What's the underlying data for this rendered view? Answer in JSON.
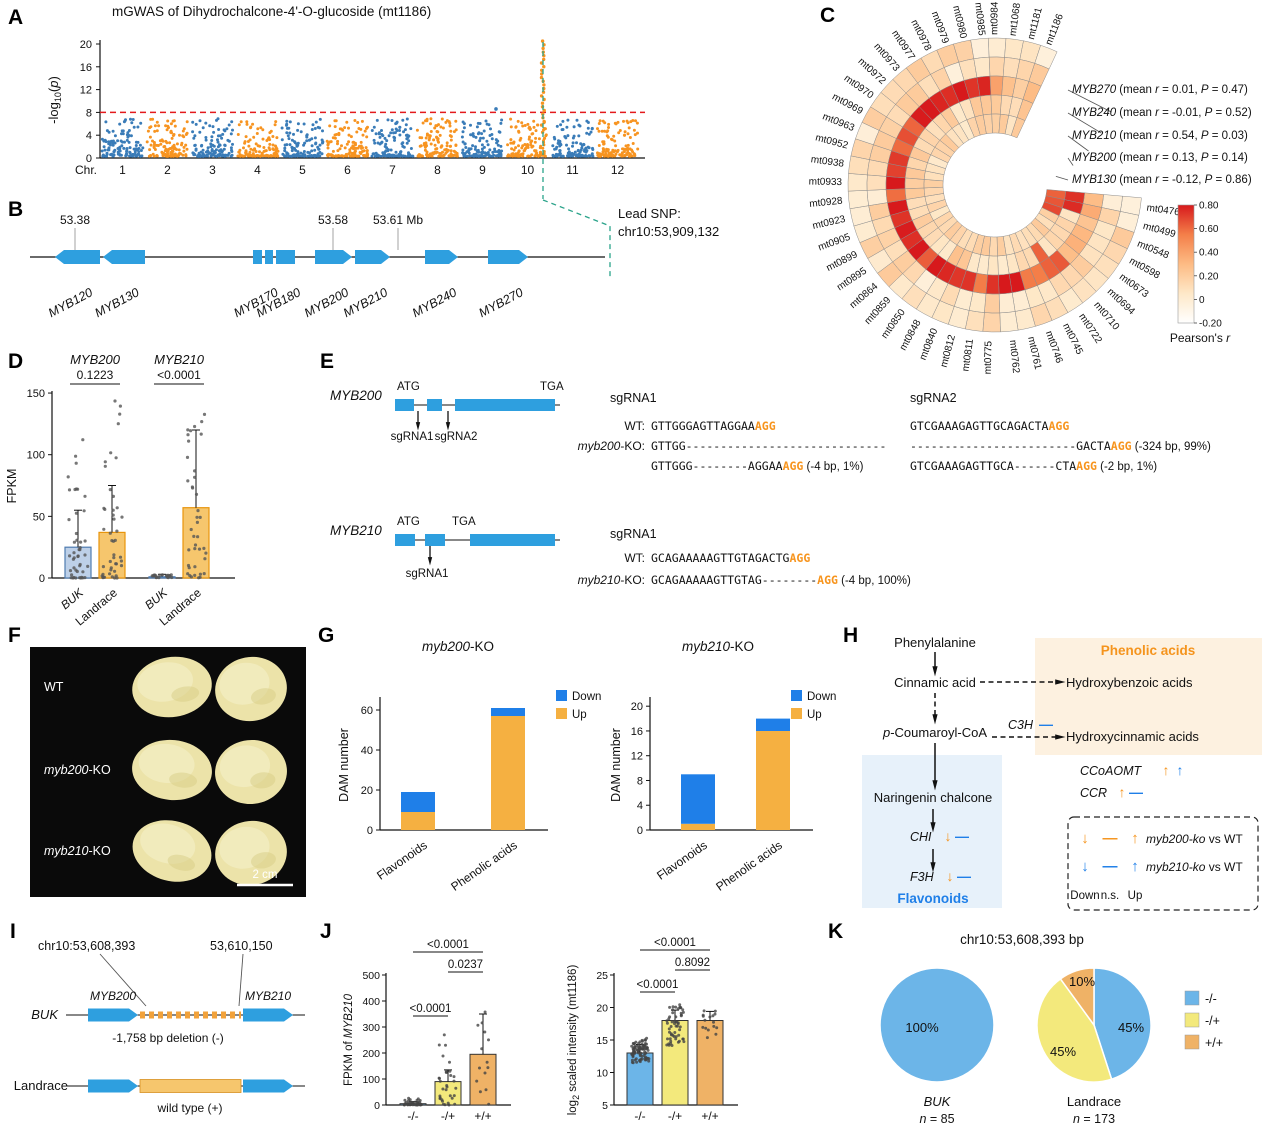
{
  "colors": {
    "manhattan_blue": "#3a7cb8",
    "manhattan_orange": "#f79421",
    "threshold_red": "#e31a1c",
    "lead_green": "#2aa38a",
    "gene_blue": "#2e9fdf",
    "buk_fill": "#bdd0e8",
    "buk_stroke": "#4f7cb0",
    "landrace_fill": "#f6c66d",
    "landrace_stroke": "#e8950c",
    "down_blue": "#1f7fe8",
    "up_orange": "#f5b041",
    "geno_blue": "#6cb5e8",
    "geno_yellow": "#f3e97c",
    "geno_orange": "#efb266",
    "pam_orange": "#f7941d",
    "heat_red": "#d7191c",
    "h_orange": "#f5941d",
    "h_blue": "#1f7fe8"
  },
  "panelA": {
    "label": "A",
    "title": "mGWAS of Dihydrochalcone-4'-O-glucoside (mt1186)",
    "ylabel": {
      "pre": "-log",
      "sub": "10",
      "post_open": "(",
      "italic": "p",
      "post_close": ")"
    },
    "yticks": [
      0,
      4,
      8,
      12,
      16,
      20
    ],
    "xlabel": "Chr.",
    "chromosomes": [
      "1",
      "2",
      "3",
      "4",
      "5",
      "6",
      "7",
      "8",
      "9",
      "10",
      "11",
      "12"
    ],
    "threshold": 8,
    "peak": {
      "chr": "10",
      "max": 20.5
    }
  },
  "panelB": {
    "label": "B",
    "ticks": [
      "53.38",
      "53.58",
      "53.61 Mb"
    ],
    "genes": [
      "MYB120",
      "MYB130",
      "MYB170",
      "MYB180",
      "MYB200",
      "MYB210",
      "MYB240",
      "MYB270"
    ],
    "lead_snp": [
      "Lead SNP:",
      "chr10:53,909,132"
    ]
  },
  "panelC": {
    "label": "C",
    "metabolites": [
      "mt0476",
      "mt0499",
      "mt0548",
      "mt0598",
      "mt0673",
      "mt0694",
      "mt0710",
      "mt0722",
      "mt0745",
      "mt0746",
      "mt0761",
      "mt0762",
      "mt0775",
      "mt0811",
      "mt0812",
      "mt0840",
      "mt0848",
      "mt0850",
      "mt0859",
      "mt0864",
      "mt0895",
      "mt0899",
      "mt0905",
      "mt0923",
      "mt0928",
      "mt0933",
      "mt0938",
      "mt0952",
      "mt0963",
      "mt0969",
      "mt0970",
      "mt0972",
      "mt0973",
      "mt0977",
      "mt0978",
      "mt0979",
      "mt0980",
      "mt0985",
      "mt0984",
      "mt1068",
      "mt1181",
      "mt1186"
    ],
    "rings": [
      {
        "gene": "MYB270",
        "r": "0.01",
        "p": "0.47"
      },
      {
        "gene": "MYB240",
        "r": "-0.01",
        "p": "0.52"
      },
      {
        "gene": "MYB210",
        "r": "0.54",
        "p": "0.03"
      },
      {
        "gene": "MYB200",
        "r": "0.13",
        "p": "0.14"
      },
      {
        "gene": "MYB130",
        "r": "-0.12",
        "p": "0.86"
      }
    ],
    "colorbar": {
      "title_pre": "Pearson's ",
      "title_it": "r",
      "ticks": [
        "0.80",
        "0.60",
        "0.40",
        "0.20",
        "0",
        "-0.20"
      ],
      "max": 0.8,
      "min": -0.2
    }
  },
  "panelD": {
    "label": "D",
    "ylabel": "FPKM",
    "yticks": [
      0,
      50,
      100,
      150
    ],
    "groups": [
      {
        "gene": "MYB200",
        "p": "0.1223"
      },
      {
        "gene": "MYB210",
        "p": "<0.0001"
      }
    ],
    "categories": [
      "BUK",
      "Landrace",
      "BUK",
      "Landrace"
    ],
    "values": [
      25,
      37,
      1,
      57
    ],
    "errors": [
      30,
      38,
      2,
      63
    ]
  },
  "panelE": {
    "label": "E",
    "models": [
      {
        "name": "MYB200",
        "start": "ATG",
        "stop": "TGA",
        "sgRNAs": [
          "sgRNA1",
          "sgRNA2"
        ],
        "blocks": [
          {
            "header": "sgRNA1",
            "rows": [
              {
                "li": "",
                "lr": "WT:",
                "seq": [
                  {
                    "t": "GTTGGGAGTTAGGAA"
                  },
                  {
                    "t": "AGG",
                    "pam": true
                  }
                ],
                "note": ""
              },
              {
                "li": "myb200",
                "lr": "-KO:",
                "seq": [
                  {
                    "t": "GTTGG-----------------------------"
                  }
                ],
                "note": ""
              },
              {
                "li": "",
                "lr": "",
                "seq": [
                  {
                    "t": "GTTGGG--------AGGAA"
                  },
                  {
                    "t": "AGG",
                    "pam": true
                  }
                ],
                "note": "(-4 bp, 1%)"
              }
            ]
          },
          {
            "header": "sgRNA2",
            "rows": [
              {
                "li": "",
                "lr": "",
                "seq": [
                  {
                    "t": "GTCGAAAGAGTTGCAGACTA"
                  },
                  {
                    "t": "AGG",
                    "pam": true
                  }
                ],
                "note": ""
              },
              {
                "li": "",
                "lr": "",
                "seq": [
                  {
                    "t": "------------------------GACTA"
                  },
                  {
                    "t": "AGG",
                    "pam": true
                  }
                ],
                "note": "(-324 bp, 99%)"
              },
              {
                "li": "",
                "lr": "",
                "seq": [
                  {
                    "t": "GTCGAAAGAGTTGCA------CTA"
                  },
                  {
                    "t": "AGG",
                    "pam": true
                  }
                ],
                "note": "(-2 bp, 1%)"
              }
            ]
          }
        ]
      },
      {
        "name": "MYB210",
        "start": "ATG",
        "stop": "TGA",
        "sgRNAs": [
          "sgRNA1"
        ],
        "blocks": [
          {
            "header": "sgRNA1",
            "rows": [
              {
                "li": "",
                "lr": "WT:",
                "seq": [
                  {
                    "t": "GCAGAAAAAGTTGTAGACTG"
                  },
                  {
                    "t": "AGG",
                    "pam": true
                  }
                ],
                "note": ""
              },
              {
                "li": "myb210",
                "lr": "-KO:",
                "seq": [
                  {
                    "t": "GCAGAAAAAGTTGTAG--------"
                  },
                  {
                    "t": "AGG",
                    "pam": true
                  }
                ],
                "note": "(-4 bp, 100%)"
              }
            ]
          }
        ]
      }
    ]
  },
  "panelF": {
    "label": "F",
    "rows": [
      {
        "it": "",
        "rest": "WT"
      },
      {
        "it": "myb200",
        "rest": "-KO"
      },
      {
        "it": "myb210",
        "rest": "-KO"
      }
    ],
    "scalebar": "2 cm"
  },
  "panelG": {
    "label": "G",
    "legend": [
      "Down",
      "Up"
    ],
    "charts": [
      {
        "title_it": "myb200",
        "title_rest": "-KO",
        "ylabel": "DAM number",
        "yticks": [
          0,
          20,
          40,
          60
        ],
        "ymax": 65,
        "categories": [
          "Flavonoids",
          "Phenolic acids"
        ],
        "up": [
          9,
          57
        ],
        "down": [
          10,
          4
        ]
      },
      {
        "title_it": "myb210",
        "title_rest": "-KO",
        "ylabel": "DAM number",
        "yticks": [
          0,
          4,
          8,
          12,
          16,
          20
        ],
        "ymax": 21,
        "categories": [
          "Flavonoids",
          "Phenolic acids"
        ],
        "up": [
          1,
          16
        ],
        "down": [
          8,
          2
        ]
      }
    ]
  },
  "panelH": {
    "label": "H",
    "nodes": {
      "n1": "Phenylalanine",
      "n2": "Cinnamic acid",
      "n3_it": "p",
      "n3": "-Coumaroyl-CoA",
      "n4": "Naringenin chalcone",
      "r1": "Hydroxybenzoic acids",
      "r2": "Hydroxycinnamic acids",
      "box_orange": "Phenolic acids",
      "box_blue": "Flavonoids"
    },
    "enzymes": [
      {
        "name": "C3H",
        "marks": [
          {
            "s": "—",
            "c": "blue"
          }
        ]
      },
      {
        "name": "CCoAOMT",
        "marks": [
          {
            "s": "↑",
            "c": "orange"
          },
          {
            "s": "↑",
            "c": "blue"
          }
        ]
      },
      {
        "name": "CCR",
        "marks": [
          {
            "s": "↑",
            "c": "orange"
          },
          {
            "s": "—",
            "c": "blue"
          }
        ]
      },
      {
        "name": "CHI",
        "marks": [
          {
            "s": "↓",
            "c": "orange"
          },
          {
            "s": "—",
            "c": "blue"
          }
        ]
      },
      {
        "name": "F3H",
        "marks": [
          {
            "s": "↓",
            "c": "orange"
          },
          {
            "s": "—",
            "c": "blue"
          }
        ]
      }
    ],
    "legend": {
      "sym": [
        "↓",
        "—",
        "↑"
      ],
      "rows": [
        {
          "it": "myb200-ko",
          "rest": " vs WT",
          "c": "orange"
        },
        {
          "it": "myb210-ko",
          "rest": " vs WT",
          "c": "blue"
        }
      ],
      "bottom": [
        "Down",
        "n.s.",
        "Up"
      ]
    }
  },
  "panelI": {
    "label": "I",
    "coords": [
      "chr10:53,608,393",
      "53,610,150"
    ],
    "rows": [
      {
        "name": "BUK",
        "italic": true
      },
      {
        "name": "Landrace",
        "italic": false
      }
    ],
    "genes": [
      "MYB200",
      "MYB210"
    ],
    "captions": [
      "-1,758 bp deletion (-)",
      "wild type (+)"
    ]
  },
  "panelJ": {
    "label": "J",
    "categories": [
      "-/-",
      "-/+",
      "+/+"
    ],
    "charts": [
      {
        "ylabel": {
          "pre": "FPKM of ",
          "it": "MYB210"
        },
        "yticks": [
          0,
          100,
          200,
          300,
          400,
          500
        ],
        "ymin": 0,
        "ymax": 500,
        "values": [
          5,
          90,
          195
        ],
        "errors": [
          8,
          45,
          155
        ],
        "sig": [
          {
            "a": 0,
            "b": 2,
            "t": "<0.0001"
          },
          {
            "a": 1,
            "b": 2,
            "t": "0.0237"
          },
          {
            "a": 0,
            "b": 1,
            "t": "<0.0001"
          }
        ]
      },
      {
        "ylabel": {
          "pre": "log",
          "sub": "2",
          "post": " scaled intensity (mt1186)"
        },
        "yticks": [
          5,
          10,
          15,
          20,
          25
        ],
        "ymin": 5,
        "ymax": 25,
        "values": [
          13,
          18,
          18
        ],
        "errors": [
          1.3,
          1.6,
          1.4
        ],
        "sig": [
          {
            "a": 0,
            "b": 2,
            "t": "<0.0001"
          },
          {
            "a": 1,
            "b": 2,
            "t": "0.8092"
          },
          {
            "a": 0,
            "b": 1,
            "t": "<0.0001"
          }
        ]
      }
    ]
  },
  "panelK": {
    "label": "K",
    "title": "chr10:53,608,393 bp",
    "legend": [
      {
        "t": "-/-",
        "c": "geno_blue"
      },
      {
        "t": "-/+",
        "c": "geno_yellow"
      },
      {
        "t": "+/+",
        "c": "geno_orange"
      }
    ],
    "pies": [
      {
        "name": "BUK",
        "name_italic": true,
        "n": "85",
        "slices": [
          {
            "g": "-/-",
            "pct": 100,
            "lab": "100%"
          }
        ]
      },
      {
        "name": "Landrace",
        "name_italic": false,
        "n": "173",
        "slices": [
          {
            "g": "-/-",
            "pct": 45,
            "lab": "45%"
          },
          {
            "g": "-/+",
            "pct": 45,
            "lab": "45%"
          },
          {
            "g": "+/+",
            "pct": 10,
            "lab": "10%"
          }
        ]
      }
    ]
  }
}
